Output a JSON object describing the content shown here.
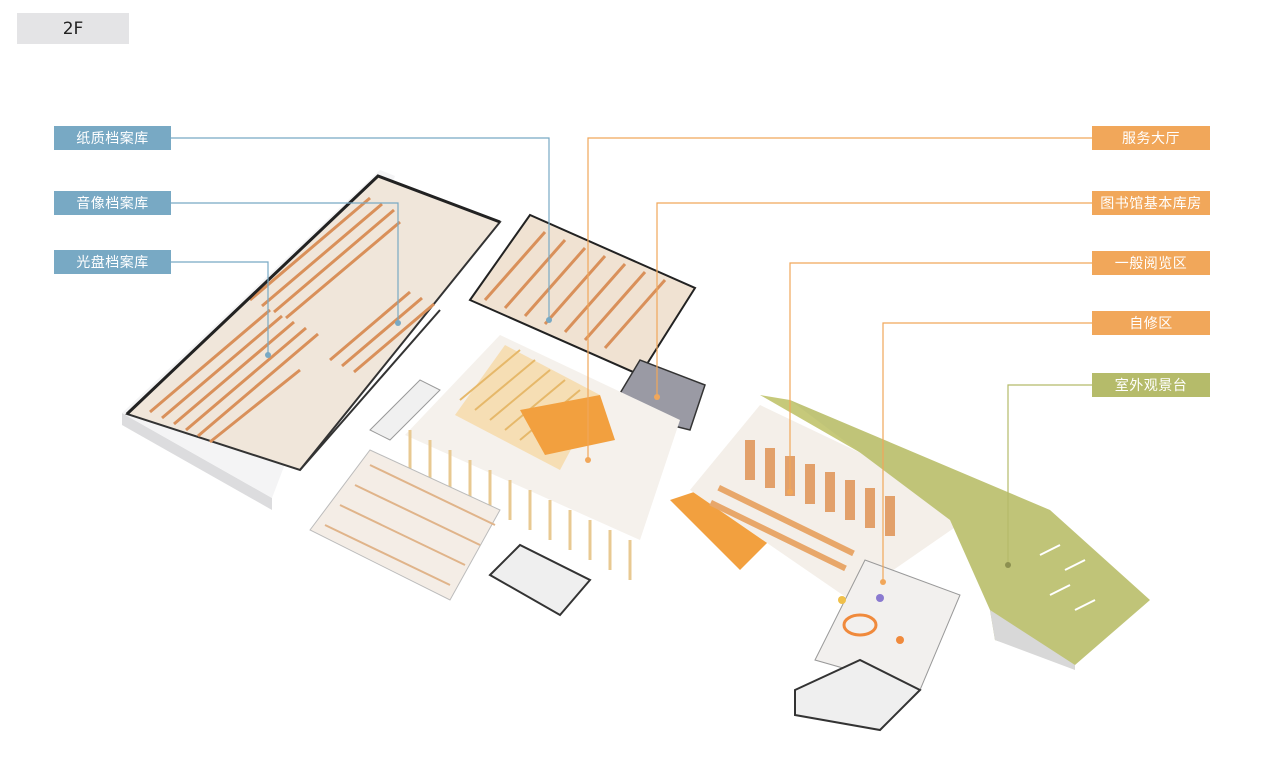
{
  "floor_tag": "2F",
  "colors": {
    "archive_blue": "#78a9c4",
    "library_orange": "#f1a75a",
    "terrace_green": "#b5bb6a",
    "shelf_tan": "#e8b98a",
    "wall_grey": "#e9e9ea"
  },
  "labels": {
    "paper_archive": "纸质档案库",
    "audio_video_archive": "音像档案库",
    "disc_archive": "光盘档案库",
    "service_hall": "服务大厅",
    "library_stacks": "图书馆基本库房",
    "general_reading": "一般阅览区",
    "self_study": "自修区",
    "outdoor_terrace": "室外观景台"
  }
}
